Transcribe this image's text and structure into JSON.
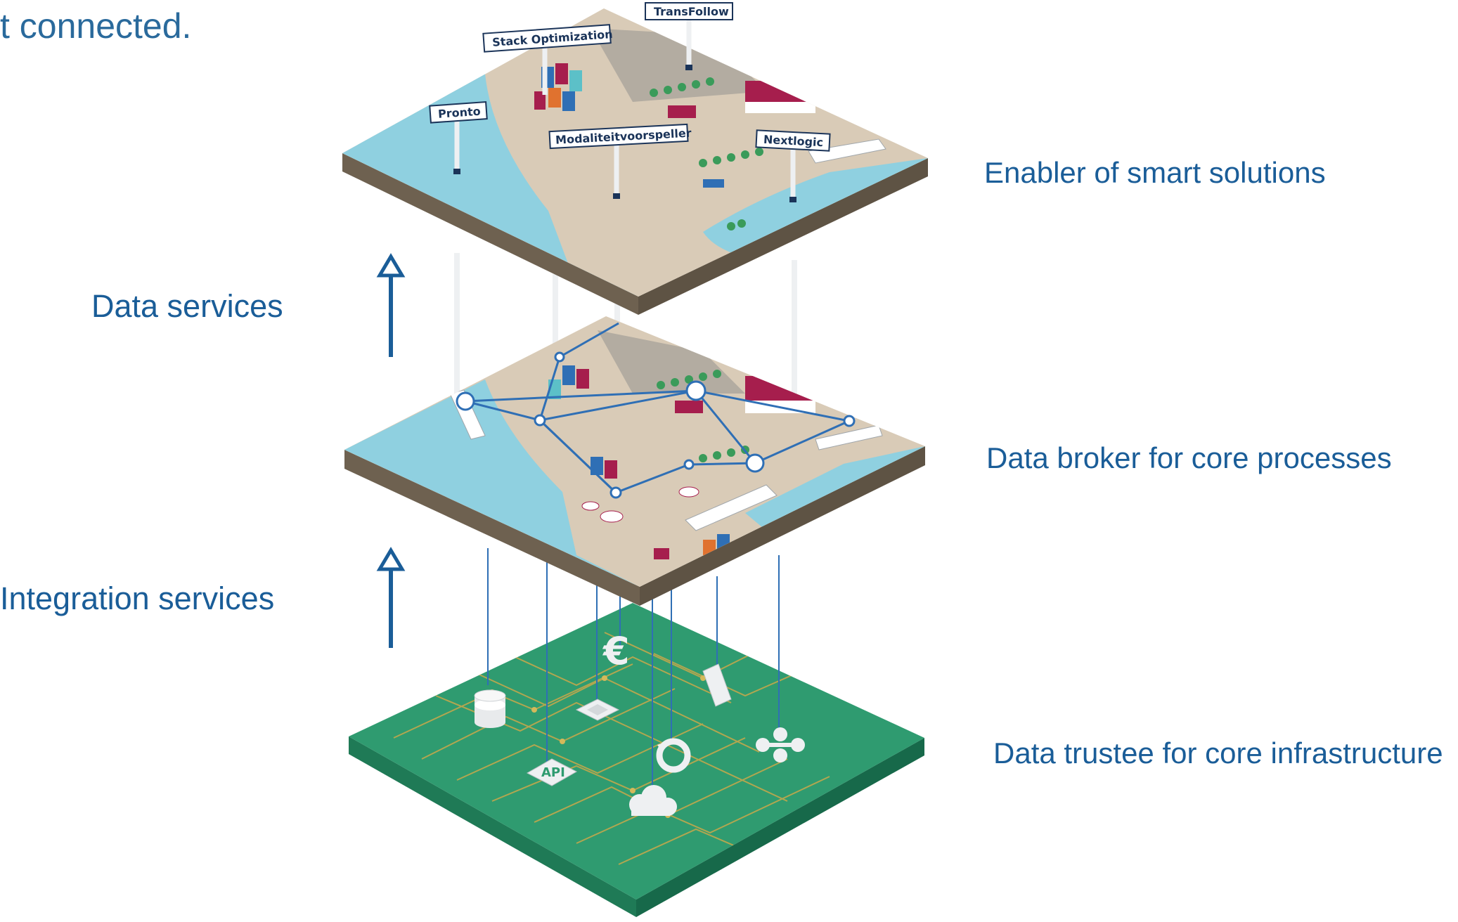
{
  "heading": "t connected.",
  "arrows": {
    "upper_label": "Data services",
    "lower_label": "Integration services"
  },
  "layers": [
    {
      "label": "Enabler of smart solutions"
    },
    {
      "label": "Data broker for core processes"
    },
    {
      "label": "Data trustee for core infrastructure"
    }
  ],
  "signs": [
    "TransFollow",
    "Stack Optimization",
    "Pronto",
    "Modaliteitvoorspeller",
    "Nextlogic"
  ],
  "infra_icons": [
    "database-icon",
    "chip-icon",
    "euro-icon",
    "document-icon",
    "api-icon",
    "sync-icon",
    "network-icon",
    "cloud-icon"
  ],
  "infra_api_label": "API",
  "colors": {
    "text": "#1a5d98",
    "water": "#8fd0e0",
    "land": "#d9cbb7",
    "board": "#2f9b70",
    "container_red": "#a61e4d",
    "container_blue": "#2f6fb5",
    "container_teal": "#5cc0c8"
  }
}
